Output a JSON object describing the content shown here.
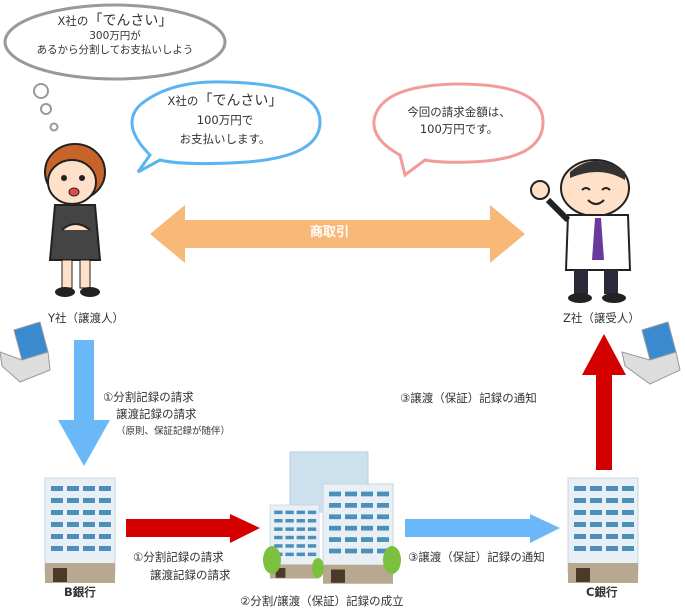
{
  "thought_bubble": {
    "line1_prefix": "X社の",
    "line1_quote": "「でんさい」",
    "line2": "300万円が",
    "line3": "あるから分割してお支払いしよう"
  },
  "y_bubble": {
    "line1_prefix": "X社の",
    "line1_quote": "「でんさい」",
    "line2": "100万円で",
    "line3": "お支払いします。"
  },
  "z_bubble": {
    "line1": "今回の請求金額は、",
    "line2": "100万円です。"
  },
  "trade_label": "商取引",
  "y_company": "Y社（譲渡人）",
  "z_company": "Z社（譲受人）",
  "left_request": {
    "line1": "①分割記録の請求",
    "line2": "譲渡記録の請求",
    "line3": "（原則、保証記録が随伴）"
  },
  "right_notice": "③譲渡（保証）記録の通知",
  "bottom_request": {
    "line1": "①分割記録の請求",
    "line2": "譲渡記録の請求"
  },
  "bottom_notice": "③譲渡（保証）記録の通知",
  "b_bank": "B銀行",
  "c_bank": "C銀行",
  "center_label": "②分割/譲渡（保証）記録の成立",
  "colors": {
    "blue_arrow": "#6ab8f7",
    "red_arrow": "#d40000",
    "orange_arrow": "#f8b878",
    "blue_bubble": "#5ab4f0",
    "pink_bubble": "#f39a9a"
  }
}
